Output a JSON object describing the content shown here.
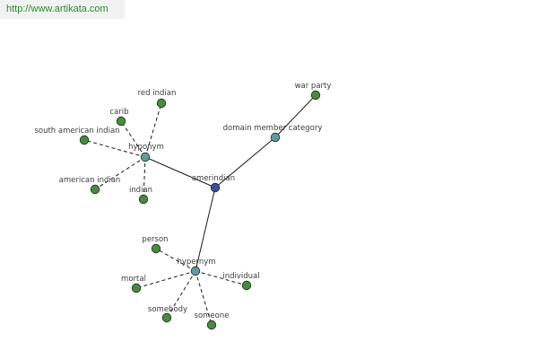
{
  "source": {
    "url": "http://www.artikata.com"
  },
  "colors": {
    "center": "#3b4f9e",
    "hub": "#5e9c9c",
    "leaf": "#4a8a3f",
    "edge": "#1a1a1a"
  },
  "graph": {
    "center": {
      "id": "amerindian",
      "label": "amerindian",
      "kind": "center"
    },
    "nodes": [
      {
        "id": "hyponym",
        "label": "hyponym",
        "kind": "hub"
      },
      {
        "id": "domain",
        "label": "domain member category",
        "kind": "hub"
      },
      {
        "id": "hypernym",
        "label": "hypernym",
        "kind": "hub"
      },
      {
        "id": "red-indian",
        "label": "red indian",
        "kind": "leaf"
      },
      {
        "id": "carib",
        "label": "carib",
        "kind": "leaf"
      },
      {
        "id": "south-american-indian",
        "label": "south american indian",
        "kind": "leaf"
      },
      {
        "id": "american-indian",
        "label": "american indian",
        "kind": "leaf"
      },
      {
        "id": "indian",
        "label": "indian",
        "kind": "leaf"
      },
      {
        "id": "war-party",
        "label": "war party",
        "kind": "leaf"
      },
      {
        "id": "person",
        "label": "person",
        "kind": "leaf"
      },
      {
        "id": "mortal",
        "label": "mortal",
        "kind": "leaf"
      },
      {
        "id": "individual",
        "label": "individual",
        "kind": "leaf"
      },
      {
        "id": "somebody",
        "label": "somebody",
        "kind": "leaf"
      },
      {
        "id": "someone",
        "label": "someone",
        "kind": "leaf"
      }
    ],
    "edges": [
      {
        "from": "amerindian",
        "to": "hyponym",
        "style": "solid"
      },
      {
        "from": "amerindian",
        "to": "domain",
        "style": "solid"
      },
      {
        "from": "amerindian",
        "to": "hypernym",
        "style": "solid"
      },
      {
        "from": "hyponym",
        "to": "red-indian",
        "style": "dashed"
      },
      {
        "from": "hyponym",
        "to": "carib",
        "style": "dashed"
      },
      {
        "from": "hyponym",
        "to": "south-american-indian",
        "style": "dashed"
      },
      {
        "from": "hyponym",
        "to": "american-indian",
        "style": "dashed"
      },
      {
        "from": "hyponym",
        "to": "indian",
        "style": "dashed"
      },
      {
        "from": "domain",
        "to": "war-party",
        "style": "solid"
      },
      {
        "from": "hypernym",
        "to": "person",
        "style": "dashed"
      },
      {
        "from": "hypernym",
        "to": "mortal",
        "style": "dashed"
      },
      {
        "from": "hypernym",
        "to": "individual",
        "style": "dashed"
      },
      {
        "from": "hypernym",
        "to": "somebody",
        "style": "dashed"
      },
      {
        "from": "hypernym",
        "to": "someone",
        "style": "dashed"
      }
    ]
  }
}
